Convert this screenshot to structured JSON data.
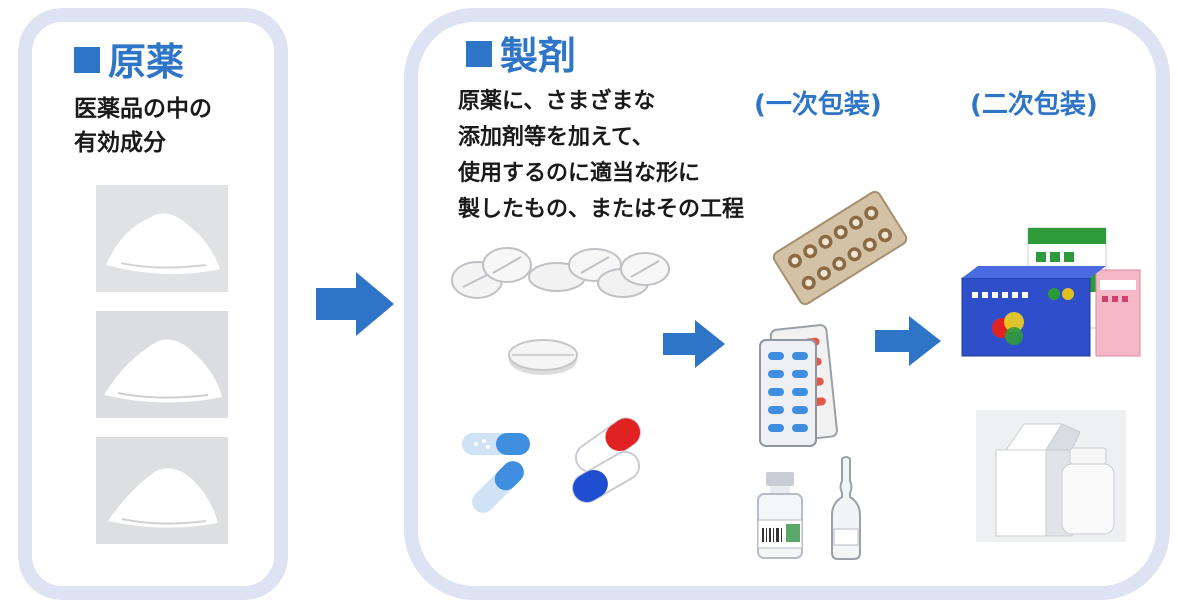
{
  "left_panel": {
    "title": "原薬",
    "description": "医薬品の中の\n有効成分",
    "images": [
      "powder-photo",
      "powder-photo",
      "powder-photo"
    ]
  },
  "right_panel": {
    "title": "製剤",
    "description": "原薬に、さまざまな\n添加剤等を加えて、\n使用するのに適当な形に\n製したもの、またはその工程",
    "primary_packaging_label": "(一次包装)",
    "secondary_packaging_label": "(二次包装)"
  },
  "colors": {
    "accent_blue": "#2e75c7",
    "panel_border": "#dde3f2",
    "text": "#1a1a1a"
  },
  "icons": [
    "arrow-right-icon",
    "tablet-icon",
    "capsule-icon",
    "blister-pack-icon",
    "vial-icon",
    "ampoule-icon",
    "medicine-box-icon",
    "plain-box-icon",
    "bottle-icon"
  ]
}
